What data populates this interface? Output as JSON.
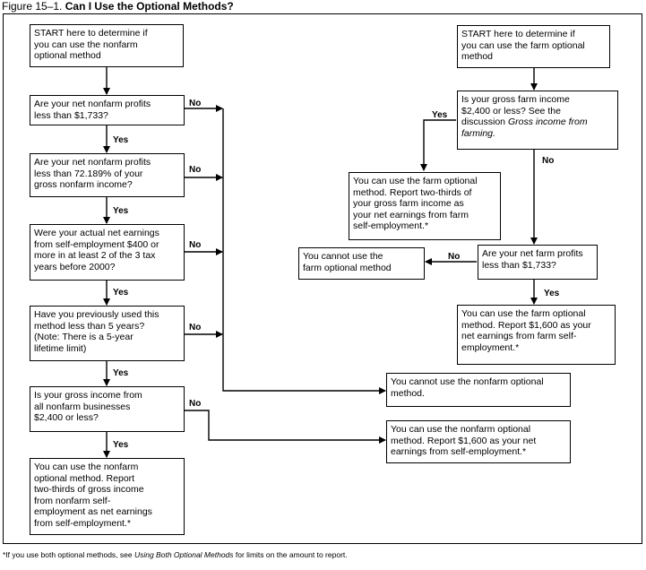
{
  "figure": {
    "number": "Figure 15–1.",
    "title": "Can I Use the Optional Methods?"
  },
  "nonfarm": {
    "start": "START here to determine if\nyou can use the nonfarm\noptional method",
    "q1": "Are your net nonfarm profits\nless than $1,733?",
    "q2": "Are your net nonfarm profits\nless than 72.189% of your\ngross nonfarm income?",
    "q3": "Were your actual net earnings\nfrom self-employment $400 or\nmore in at least 2 of the 3 tax\nyears before 2000?",
    "q4": "Have you previously used this\nmethod less than 5 years?\n(Note: There is a 5-year\nlifetime limit)",
    "q5": "Is your gross income from\nall nonfarm businesses\n$2,400 or less?",
    "result_yes": "You can use the nonfarm\noptional method. Report\ntwo-thirds of gross income\nfrom nonfarm self-\nemployment as net earnings\nfrom self-employment.*",
    "result_cannot": "You cannot use the nonfarm optional\nmethod.",
    "result_1600": "You can use the nonfarm optional\nmethod. Report $1,600 as your net\nearnings from self-employment.*"
  },
  "farm": {
    "start": "START here to determine if\nyou can use the farm optional\nmethod",
    "q1_prefix": "Is your gross farm income\n$2,400 or less? See the\ndiscussion ",
    "q1_italic": "Gross income from\nfarming.",
    "result_twothirds": "You can use the farm optional\nmethod. Report two-thirds of\nyour gross farm income as\nyour net earnings from farm\nself-employment.*",
    "q2": "Are your net farm profits\nless than $1,733?",
    "result_cannot": "You cannot use the\nfarm optional method",
    "result_1600": "You can use the farm optional\nmethod. Report $1,600 as your\nnet earnings from farm self-\nemployment.*"
  },
  "labels": {
    "yes": "Yes",
    "no": "No"
  },
  "footnote": {
    "prefix": "*If you use both optional methods, see ",
    "italic": "Using Both Optional Methods",
    "suffix": " for limits on the amount to report."
  }
}
